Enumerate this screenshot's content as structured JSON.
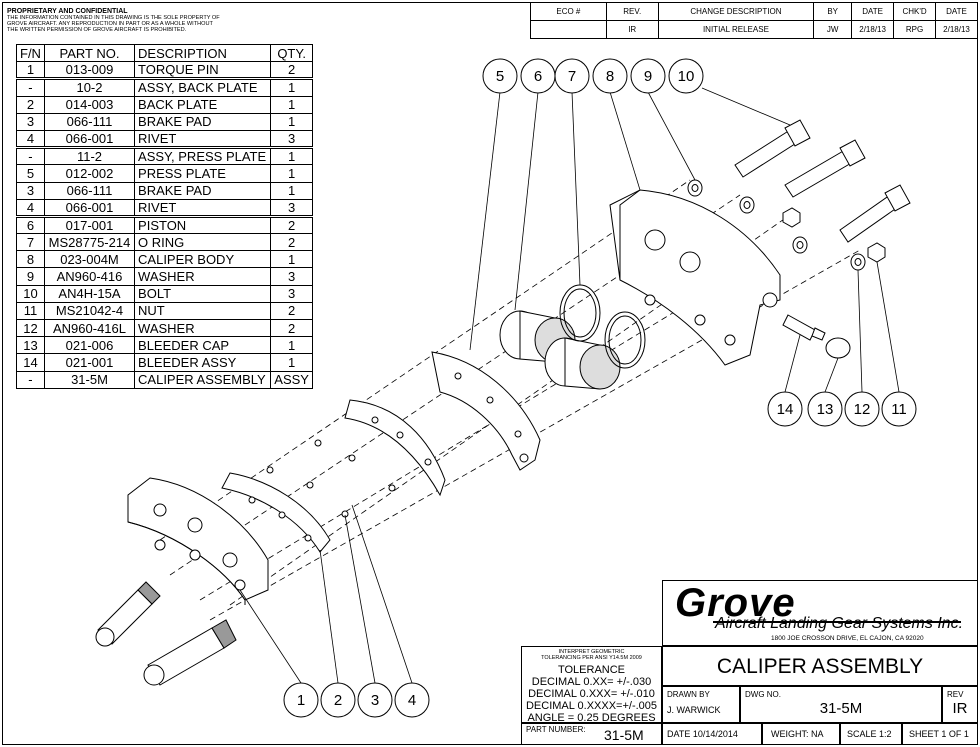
{
  "header": {
    "title": "PROPRIETARY AND CONFIDENTIAL",
    "lines": [
      "THE INFORMATION CONTAINED IN THIS DRAWING IS THE SOLE PROPERTY OF",
      "GROVE AIRCRAFT.  ANY REPRODUCTION IN PART OR AS A WHOLE WITHOUT",
      "THE WRITTEN PERMISSION OF GROVE AIRCRAFT IS PROHIBITED."
    ]
  },
  "revisions": {
    "headers": [
      "ECO #",
      "REV.",
      "CHANGE DESCRIPTION",
      "BY",
      "DATE",
      "CHK'D",
      "DATE"
    ],
    "rows": [
      [
        "",
        "IR",
        "INITIAL RELEASE",
        "JW",
        "2/18/13",
        "RPG",
        "2/18/13"
      ]
    ]
  },
  "bom": {
    "headers": [
      "F/N",
      "PART NO.",
      "DESCRIPTION",
      "QTY."
    ],
    "rows": [
      {
        "fn": "1",
        "part": "013-009",
        "desc": "TORQUE PIN",
        "qty": "2",
        "sep": false
      },
      {
        "fn": "-",
        "part": "10-2",
        "desc": "ASSY, BACK PLATE",
        "qty": "1",
        "sep": true
      },
      {
        "fn": "2",
        "part": "014-003",
        "desc": "BACK PLATE",
        "qty": "1",
        "sep": false
      },
      {
        "fn": "3",
        "part": "066-111",
        "desc": "BRAKE PAD",
        "qty": "1",
        "sep": false
      },
      {
        "fn": "4",
        "part": "066-001",
        "desc": "RIVET",
        "qty": "3",
        "sep": false
      },
      {
        "fn": "-",
        "part": "11-2",
        "desc": "ASSY, PRESS PLATE",
        "qty": "1",
        "sep": true
      },
      {
        "fn": "5",
        "part": "012-002",
        "desc": "PRESS PLATE",
        "qty": "1",
        "sep": false
      },
      {
        "fn": "3",
        "part": "066-111",
        "desc": "BRAKE PAD",
        "qty": "1",
        "sep": false
      },
      {
        "fn": "4",
        "part": "066-001",
        "desc": "RIVET",
        "qty": "3",
        "sep": false
      },
      {
        "fn": "6",
        "part": "017-001",
        "desc": "PISTON",
        "qty": "2",
        "sep": true
      },
      {
        "fn": "7",
        "part": "MS28775-214",
        "desc": "O RING",
        "qty": "2",
        "sep": false
      },
      {
        "fn": "8",
        "part": "023-004M",
        "desc": "CALIPER BODY",
        "qty": "1",
        "sep": false
      },
      {
        "fn": "9",
        "part": "AN960-416",
        "desc": "WASHER",
        "qty": "3",
        "sep": false
      },
      {
        "fn": "10",
        "part": "AN4H-15A",
        "desc": "BOLT",
        "qty": "3",
        "sep": false
      },
      {
        "fn": "11",
        "part": "MS21042-4",
        "desc": "NUT",
        "qty": "2",
        "sep": false
      },
      {
        "fn": "12",
        "part": "AN960-416L",
        "desc": "WASHER",
        "qty": "2",
        "sep": false
      },
      {
        "fn": "13",
        "part": "021-006",
        "desc": "BLEEDER CAP",
        "qty": "1",
        "sep": false
      },
      {
        "fn": "14",
        "part": "021-001",
        "desc": "BLEEDER ASSY",
        "qty": "1",
        "sep": false
      },
      {
        "fn": "-",
        "part": "31-5M",
        "desc": "CALIPER ASSEMBLY",
        "qty": "ASSY",
        "sep": false
      }
    ]
  },
  "balloons": [
    "1",
    "2",
    "3",
    "4",
    "5",
    "6",
    "7",
    "8",
    "9",
    "10",
    "11",
    "12",
    "13",
    "14"
  ],
  "title_block": {
    "logo": "Grove",
    "company": "Aircraft Landing Gear Systems Inc.",
    "address": "1800 JOE CROSSON DRIVE, EL CAJON, CA 92020",
    "title": "CALIPER ASSEMBLY",
    "drawn_by_label": "DRAWN BY",
    "drawn_by": "J. WARWICK",
    "dwg_no_label": "DWG NO.",
    "dwg_no": "31-5M",
    "rev_label": "REV",
    "rev": "IR",
    "date": "DATE  10/14/2014",
    "weight": "WEIGHT:  NA",
    "scale": "SCALE  1:2",
    "sheet": "SHEET  1 OF 1"
  },
  "tolerance": {
    "note_line1": "INTERPRET GEOMETRIC",
    "note_line2": "TOLERANCING PER  ANSI Y14.5M 2009",
    "title": "TOLERANCE",
    "lines": [
      "DECIMAL 0.XX=  +/-.030",
      "DECIMAL 0.XXX= +/-.010",
      "DECIMAL 0.XXXX=+/-.005",
      "ANGLE = 0.25 DEGREES"
    ],
    "part_number_label": "PART NUMBER:",
    "part_number": "31-5M"
  }
}
